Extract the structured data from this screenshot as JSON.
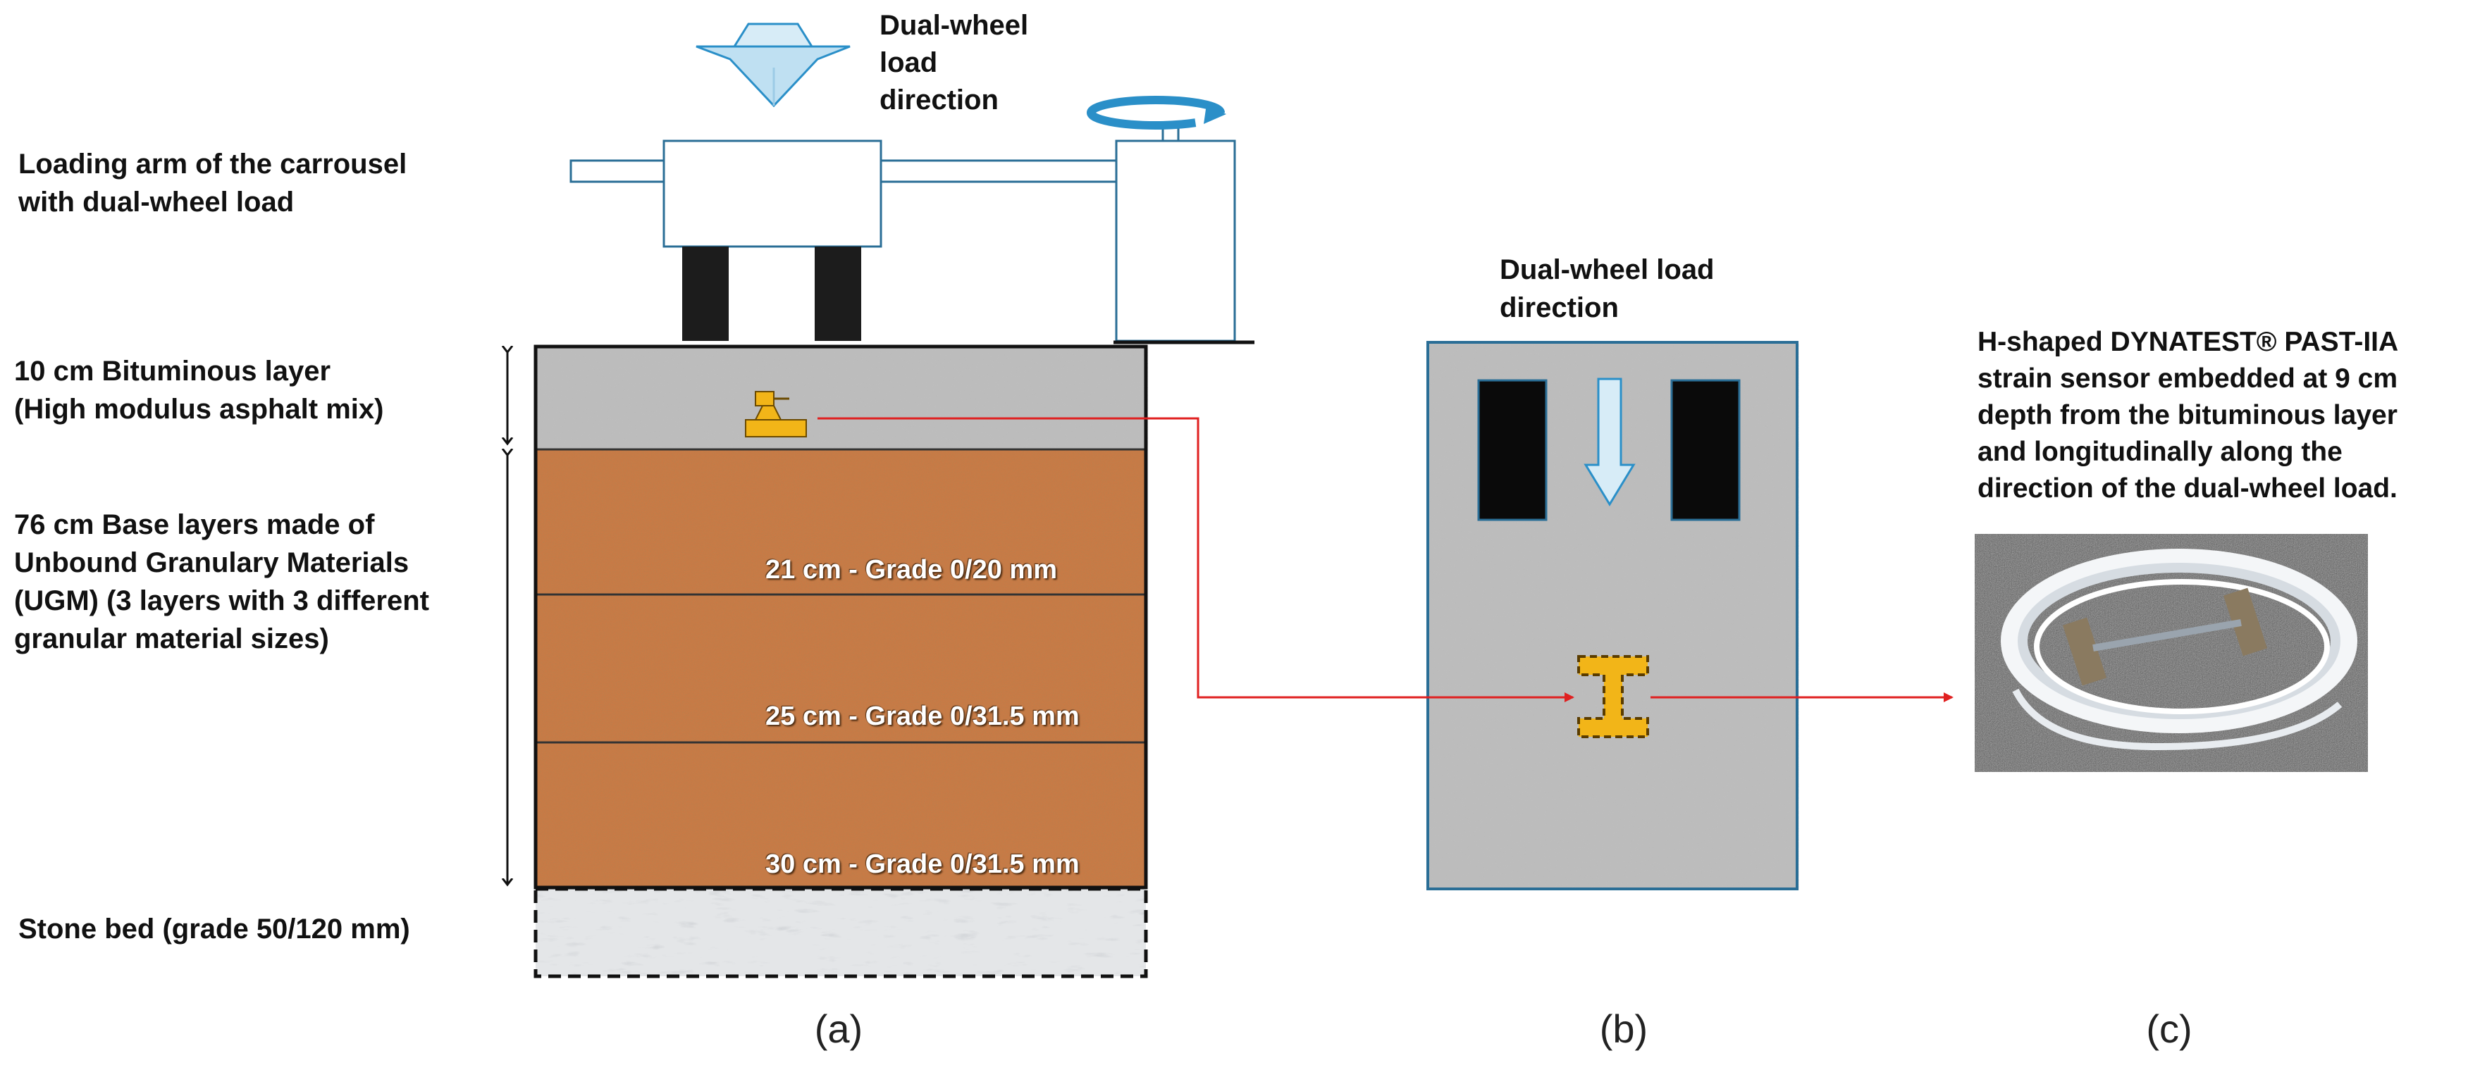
{
  "panel_a": {
    "load_direction_label": "Dual-wheel\nload\ndirection",
    "arm_label": "Loading arm of the carrousel\nwith dual-wheel load",
    "layer_labels": {
      "bituminous": "10 cm Bituminous layer\n(High modulus asphalt mix)",
      "base": "76 cm Base layers made of\nUnbound Granulary Materials\n(UGM) (3 layers with 3 different\ngranular material sizes)",
      "stone_bed": "Stone bed (grade 50/120 mm)"
    },
    "sublayers": [
      "21 cm - Grade 0/20 mm",
      "25 cm - Grade 0/31.5 mm",
      "30 cm - Grade 0/31.5 mm"
    ],
    "caption": "(a)"
  },
  "panel_b": {
    "load_direction_label": "Dual-wheel load\ndirection",
    "caption": "(b)"
  },
  "panel_c": {
    "sensor_description": "H-shaped DYNATEST® PAST-IIA\nstrain sensor embedded at 9 cm\ndepth from the bituminous layer\nand longitudinally along the\ndirection of the dual-wheel load.",
    "caption": "(c)"
  },
  "colors": {
    "asphalt": "#b8b8b8",
    "ugm": "#c97a45",
    "stone_bed": "#e4e6e8",
    "sensor": "#f2b518",
    "connector": "#e02020",
    "arrow_blue": "#2a8fc8",
    "arrow_light": "#bfe0f2"
  }
}
